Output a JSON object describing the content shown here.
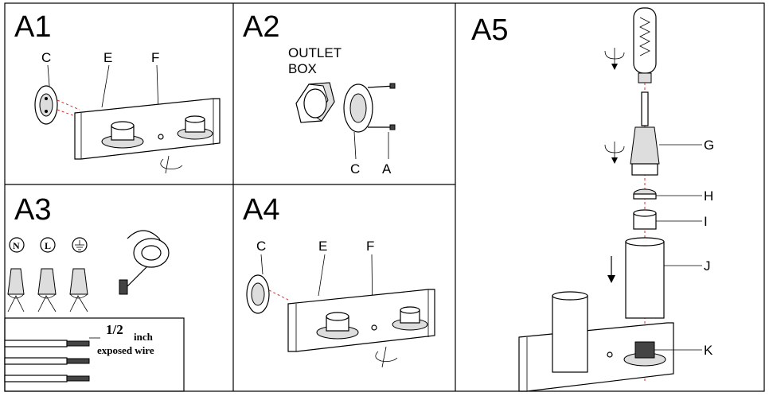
{
  "panels": {
    "a1": {
      "title": "A1",
      "labels": [
        "C",
        "E",
        "F"
      ]
    },
    "a2": {
      "title": "A2",
      "outlet_line1": "OUTLET",
      "outlet_line2": "BOX",
      "labels": [
        "C",
        "A"
      ]
    },
    "a3": {
      "title": "A3",
      "symbols": [
        "N",
        "L"
      ],
      "fraction": "1/2",
      "unit": "inch",
      "caption": "exposed wire"
    },
    "a4": {
      "title": "A4",
      "labels": [
        "C",
        "E",
        "F"
      ]
    },
    "a5": {
      "title": "A5",
      "labels": [
        "G",
        "H",
        "I",
        "J",
        "K"
      ]
    }
  }
}
